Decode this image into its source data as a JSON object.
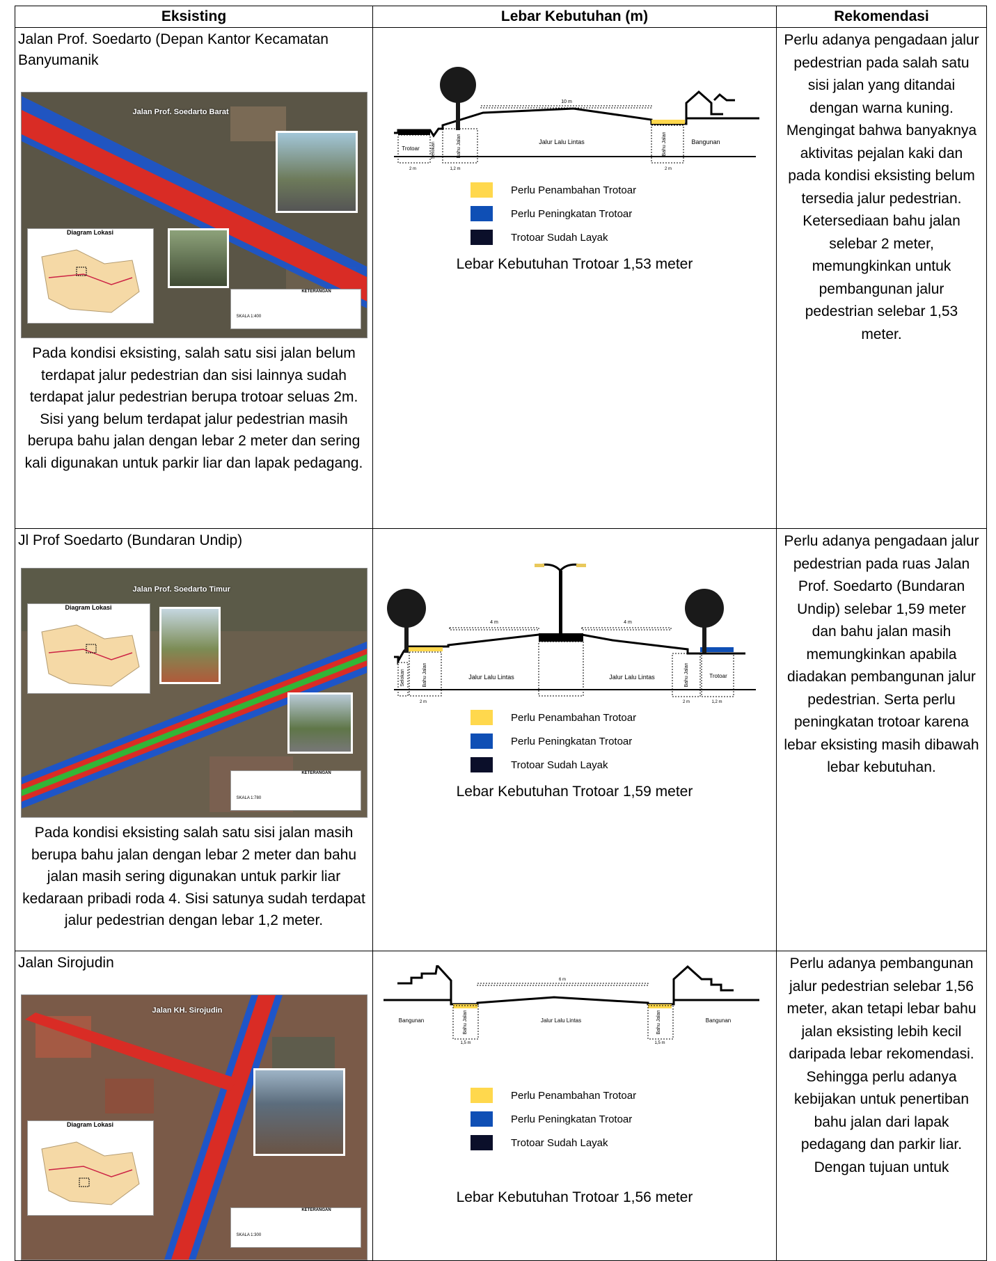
{
  "headers": {
    "eksisting": "Eksisting",
    "lebar": "Lebar Kebutuhan (m)",
    "rekomendasi": "Rekomendasi"
  },
  "legend": {
    "penambahan": "Perlu Penambahan Trotoar",
    "peningkatan": "Perlu Peningkatan Trotoar",
    "layak": "Trotoar Sudah Layak",
    "colors": {
      "penambahan": "#ffd84d",
      "peningkatan": "#0f4fb5",
      "layak": "#0b0f2a"
    }
  },
  "rows": [
    {
      "title": "Jalan Prof. Soedarto (Depan Kantor Kecamatan Banyumanik",
      "map_title": "Jalan Prof. Soedarto Barat",
      "inset_title": "Diagram Lokasi",
      "map_keterangan": "KETERANGAN",
      "map_skala": "SKALA 1:400",
      "description": "Pada kondisi eksisting, salah satu sisi jalan belum terdapat jalur pedestrian dan sisi lainnya sudah terdapat jalur pedestrian berupa trotoar seluas 2m. Sisi yang belum terdapat jalur pedestrian masih berupa bahu jalan dengan lebar 2 meter dan sering kali digunakan untuk parkir liar dan lapak pedagang.",
      "section_labels": {
        "trotoar": "Trotoar",
        "selokan": "Selokan",
        "bahu_left": "Bahu Jalan",
        "jalur": "Jalur Lalu Lintas",
        "bahu_right": "Bahu Jalan",
        "bangunan": "Bangunan",
        "width_total": "10 m",
        "w1": "2 m",
        "w2": "1,2 m",
        "w3": "2 m"
      },
      "kebutuhan": "Lebar Kebutuhan Trotoar 1,53 meter",
      "rekomendasi": "Perlu adanya pengadaan jalur pedestrian pada salah satu sisi jalan yang ditandai dengan warna kuning. Mengingat bahwa banyaknya aktivitas pejalan kaki dan pada kondisi eksisting belum tersedia jalur pedestrian. Ketersediaan bahu jalan selebar 2 meter, memungkinkan untuk pembangunan jalur pedestrian selebar 1,53 meter."
    },
    {
      "title": "Jl Prof Soedarto (Bundaran Undip)",
      "map_title": "Jalan Prof. Soedarto Timur",
      "inset_title": "Diagram Lokasi",
      "map_keterangan": "KETERANGAN",
      "map_skala": "SKALA 1:780",
      "description": "Pada kondisi eksisting salah satu sisi jalan masih berupa bahu jalan dengan lebar 2 meter dan bahu jalan masih sering digunakan untuk parkir liar kedaraan pribadi roda 4. Sisi satunya sudah terdapat jalur pedestrian dengan lebar 1,2 meter.",
      "section_labels": {
        "selokan": "Selokan",
        "bahu_left": "Bahu Jalan",
        "jalur_left": "Jalur Lalu Lintas",
        "jalur_right": "Jalur Lalu Lintas",
        "bahu_right": "Bahu Jalan",
        "trotoar": "Trotoar",
        "w_left": "4 m",
        "w_right": "4 m",
        "w1": "2 m",
        "w2": "2 m",
        "w3": "1,2 m"
      },
      "kebutuhan": "Lebar Kebutuhan Trotoar 1,59 meter",
      "rekomendasi": "Perlu adanya pengadaan jalur pedestrian pada ruas Jalan Prof. Soedarto (Bundaran Undip) selebar 1,59 meter dan bahu jalan masih memungkinkan apabila diadakan pembangunan jalur pedestrian. Serta perlu peningkatan trotoar karena lebar eksisting masih dibawah lebar kebutuhan."
    },
    {
      "title": "Jalan Sirojudin",
      "map_title": "Jalan KH. Sirojudin",
      "inset_title": "Diagram Lokasi",
      "map_keterangan": "KETERANGAN",
      "map_skala": "SKALA 1:300",
      "section_labels": {
        "bangunan_left": "Bangunan",
        "bahu_left": "Bahu Jalan",
        "jalur": "Jalur Lalu Lintas",
        "bahu_right": "Bahu Jalan",
        "bangunan_right": "Bangunan",
        "width_total": "6 m",
        "w1": "1,5 m",
        "w2": "1,5 m"
      },
      "kebutuhan": "Lebar Kebutuhan Trotoar 1,56 meter",
      "rekomendasi": "Perlu adanya pembangunan jalur pedestrian selebar 1,56 meter, akan tetapi lebar bahu jalan eksisting lebih kecil daripada lebar rekomendasi. Sehingga perlu adanya kebijakan untuk penertiban bahu jalan dari lapak pedagang dan parkir liar. Dengan tujuan untuk"
    }
  ]
}
